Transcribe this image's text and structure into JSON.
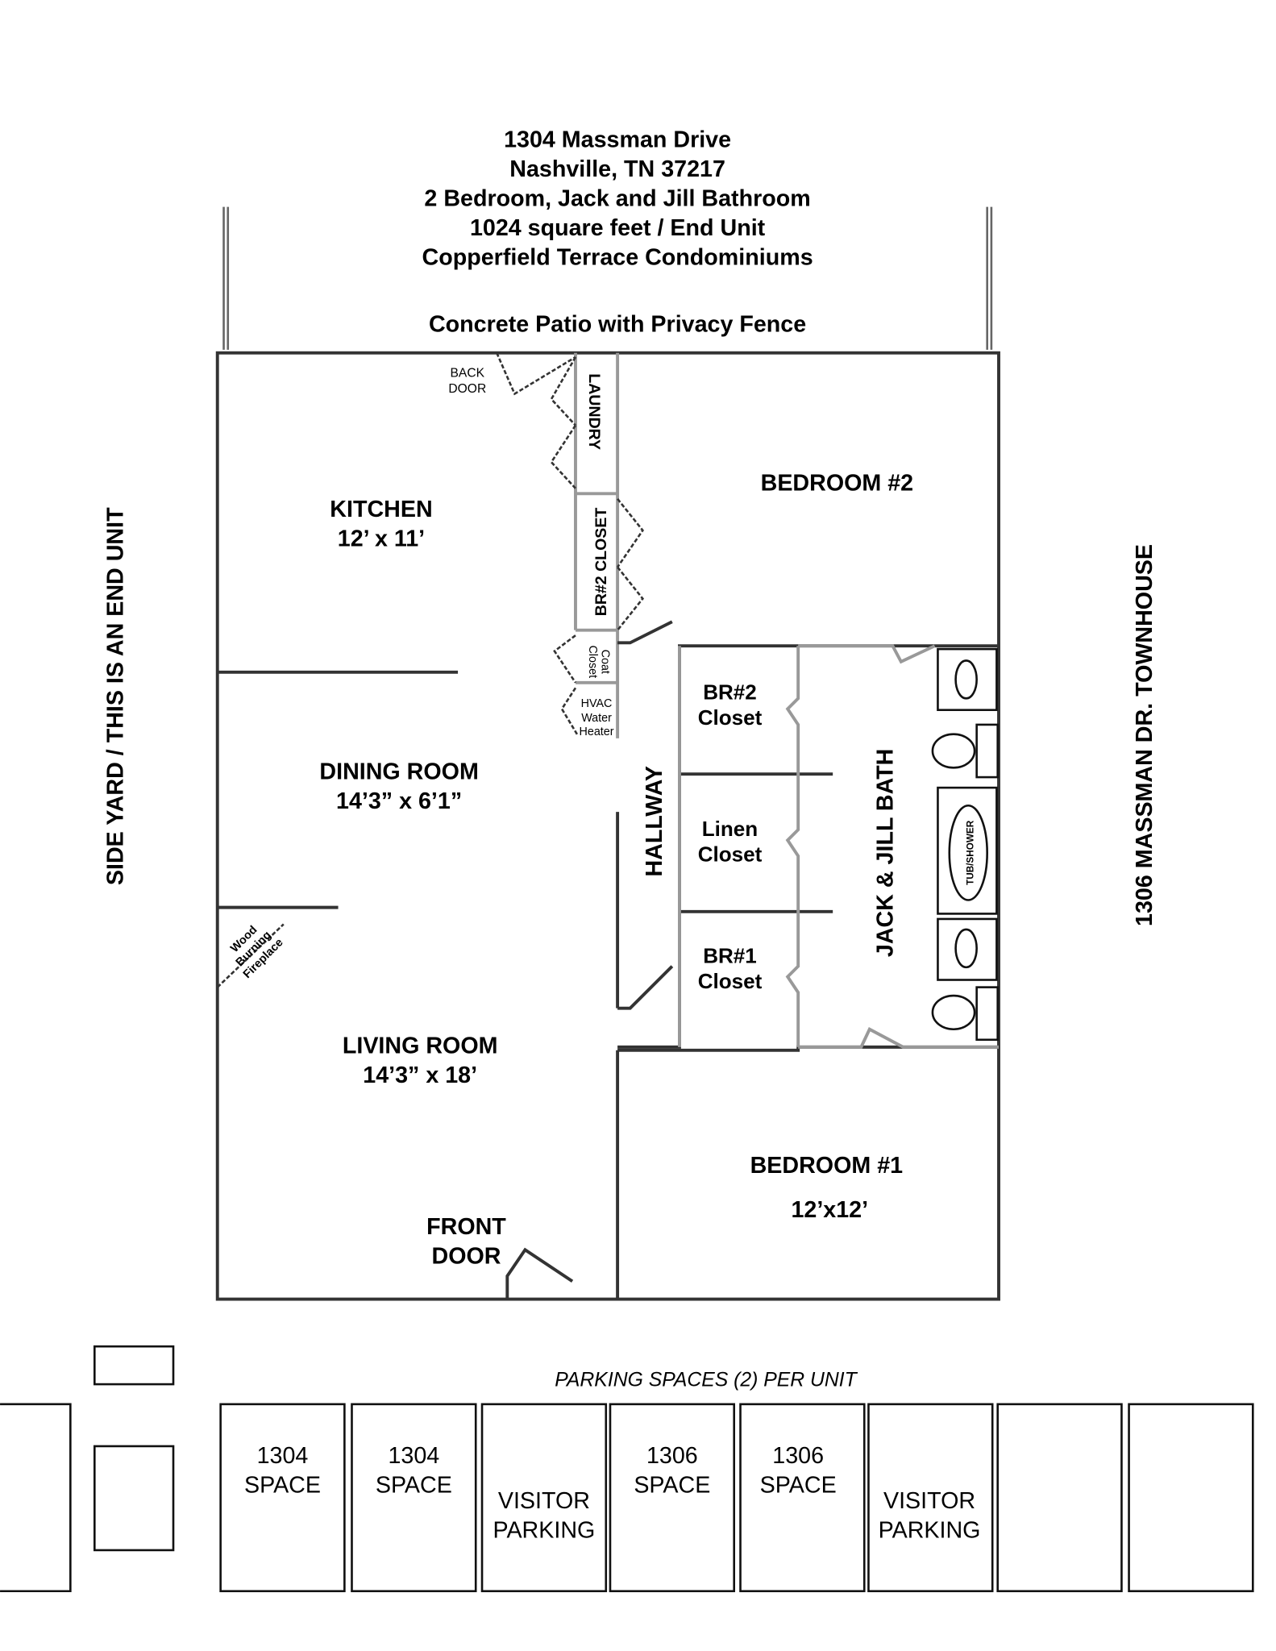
{
  "header": {
    "address": "1304 Massman Drive",
    "city": "Nashville, TN 37217",
    "layout": "2 Bedroom, Jack and Jill Bathroom",
    "size": "1024 square feet / End Unit",
    "community": "Copperfield Terrace Condominiums",
    "patio": "Concrete Patio with Privacy Fence"
  },
  "sides": {
    "left": "SIDE YARD / THIS IS AN END UNIT",
    "right": "1306 MASSMAN DR. TOWNHOUSE"
  },
  "rooms": {
    "back_door": [
      "BACK",
      "DOOR"
    ],
    "laundry": "LAUNDRY",
    "kitchen": {
      "name": "KITCHEN",
      "dims": "12’ x 11’"
    },
    "bedroom2": "BEDROOM #2",
    "br2_closet_small": "BR#2 CLOSET",
    "coat_closet": [
      "Coat",
      "Closet"
    ],
    "hvac": [
      "HVAC",
      "Water",
      "Heater"
    ],
    "br2_closet": [
      "BR#2",
      "Closet"
    ],
    "linen_closet": [
      "Linen",
      "Closet"
    ],
    "br1_closet": [
      "BR#1",
      "Closet"
    ],
    "hallway": "HALLWAY",
    "bath": "JACK & JILL BATH",
    "tub": "TUB/SHOWER",
    "dining": {
      "name": "DINING ROOM",
      "dims": "14’3” x  6’1”"
    },
    "fireplace": [
      "Wood",
      "Burning",
      "Fireplace"
    ],
    "living": {
      "name": "LIVING ROOM",
      "dims": "14’3” x 18’"
    },
    "front_door": [
      "FRONT",
      "DOOR"
    ],
    "bedroom1": {
      "name": "BEDROOM #1",
      "dims": "12’x12’"
    }
  },
  "parking": {
    "caption": "PARKING SPACES (2) PER UNIT",
    "spaces": [
      [
        "1304",
        "SPACE"
      ],
      [
        "1304",
        "SPACE"
      ],
      [
        "VISITOR",
        "PARKING"
      ],
      [
        "1306",
        "SPACE"
      ],
      [
        "1306",
        "SPACE"
      ],
      [
        "VISITOR",
        "PARKING"
      ]
    ]
  }
}
